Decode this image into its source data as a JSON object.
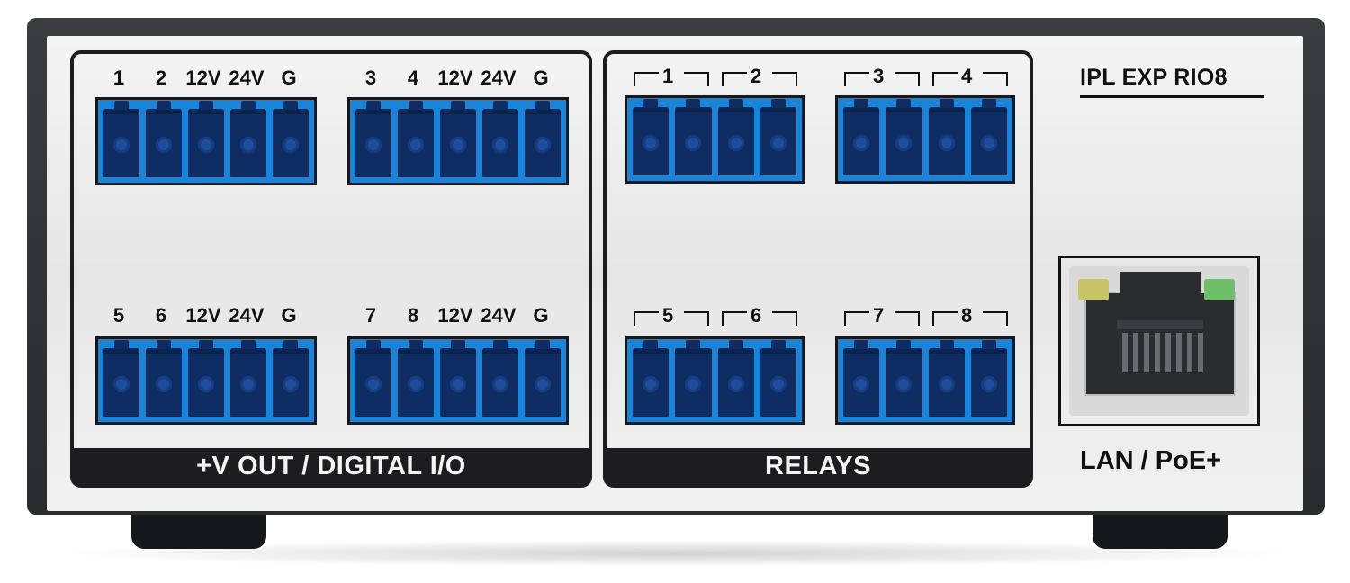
{
  "device": {
    "model": "IPL EXP RIO8",
    "lan_label": "LAN / PoE+",
    "colors": {
      "connector": "#1a85d8",
      "pin": "#0f2d63",
      "led_left": "#c9c46a",
      "led_right": "#6fbe6a"
    }
  },
  "digital_io": {
    "footer": "+V OUT / DIGITAL I/O",
    "groups": [
      {
        "labels": [
          "1",
          "2",
          "12V",
          "24V",
          "G"
        ]
      },
      {
        "labels": [
          "3",
          "4",
          "12V",
          "24V",
          "G"
        ]
      },
      {
        "labels": [
          "5",
          "6",
          "12V",
          "24V",
          "G"
        ]
      },
      {
        "labels": [
          "7",
          "8",
          "12V",
          "24V",
          "G"
        ]
      }
    ]
  },
  "relays": {
    "footer": "RELAYS",
    "labels": [
      "1",
      "2",
      "3",
      "4",
      "5",
      "6",
      "7",
      "8"
    ]
  }
}
